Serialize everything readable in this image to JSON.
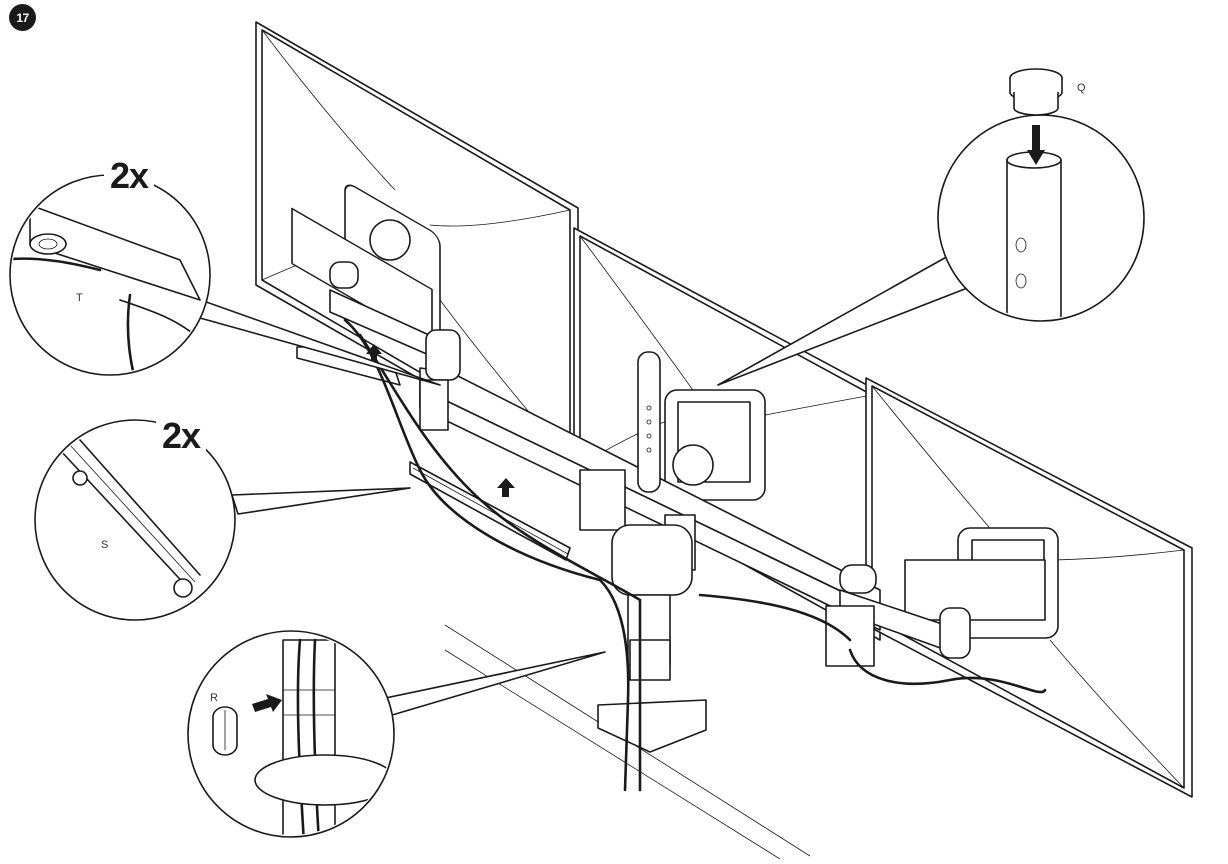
{
  "step": {
    "number": "17"
  },
  "callouts": {
    "top_left": {
      "multiplier": "2x",
      "part": "T"
    },
    "mid_left": {
      "multiplier": "2x",
      "part": "S"
    },
    "bottom": {
      "part": "R"
    },
    "top_right": {
      "part": "Q"
    }
  },
  "colors": {
    "ink": "#1a1a1a",
    "paper": "#ffffff"
  }
}
